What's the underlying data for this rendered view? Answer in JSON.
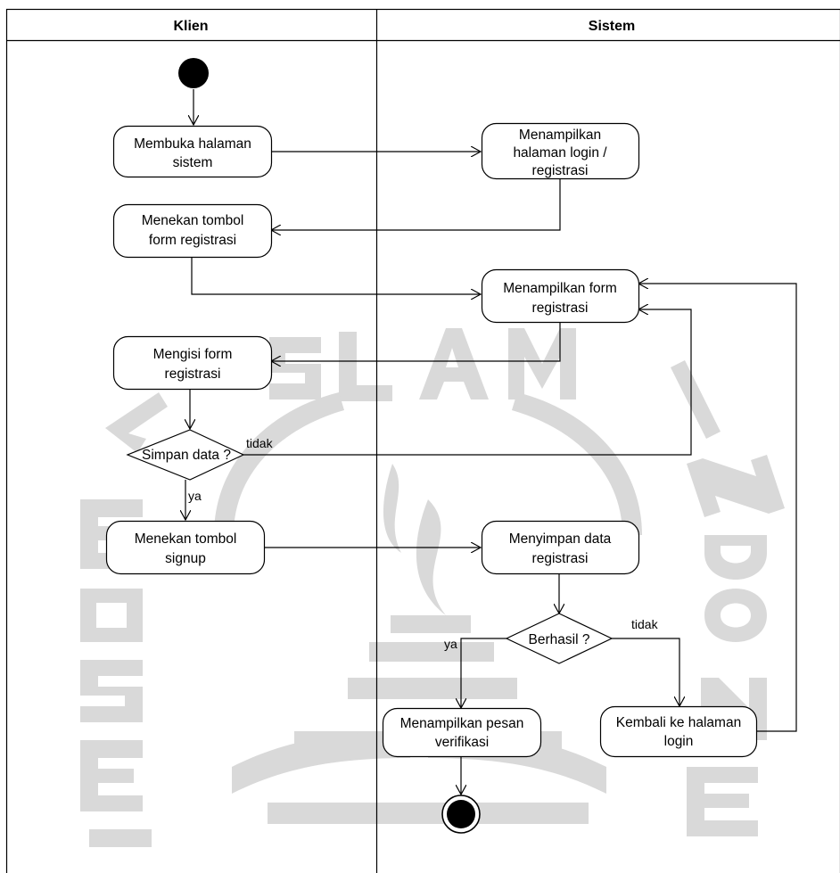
{
  "lanes": {
    "left": "Klien",
    "right": "Sistem"
  },
  "actions": {
    "membuka": [
      "Membuka halaman",
      "sistem"
    ],
    "tampil_login": [
      "Menampilkan",
      "halaman login /",
      "registrasi"
    ],
    "tekan_form": [
      "Menekan tombol",
      "form registrasi"
    ],
    "tampil_form": [
      "Menampilkan form",
      "registrasi"
    ],
    "isi_form": [
      "Mengisi form",
      "registrasi"
    ],
    "tekan_signup": [
      "Menekan tombol",
      "signup"
    ],
    "simpan": [
      "Menyimpan data",
      "registrasi"
    ],
    "pesan": [
      "Menampilkan pesan",
      "verifikasi"
    ],
    "kembali": [
      "Kembali ke halaman",
      "login"
    ]
  },
  "decisions": {
    "simpan_data": "Simpan data ?",
    "berhasil": "Berhasil ?"
  },
  "guards": {
    "simpan_tidak": "tidak",
    "simpan_ya": "ya",
    "berhasil_ya": "ya",
    "berhasil_tidak": "tidak"
  },
  "watermark": "ISLAM INDONESIA UNIVERSITAS"
}
